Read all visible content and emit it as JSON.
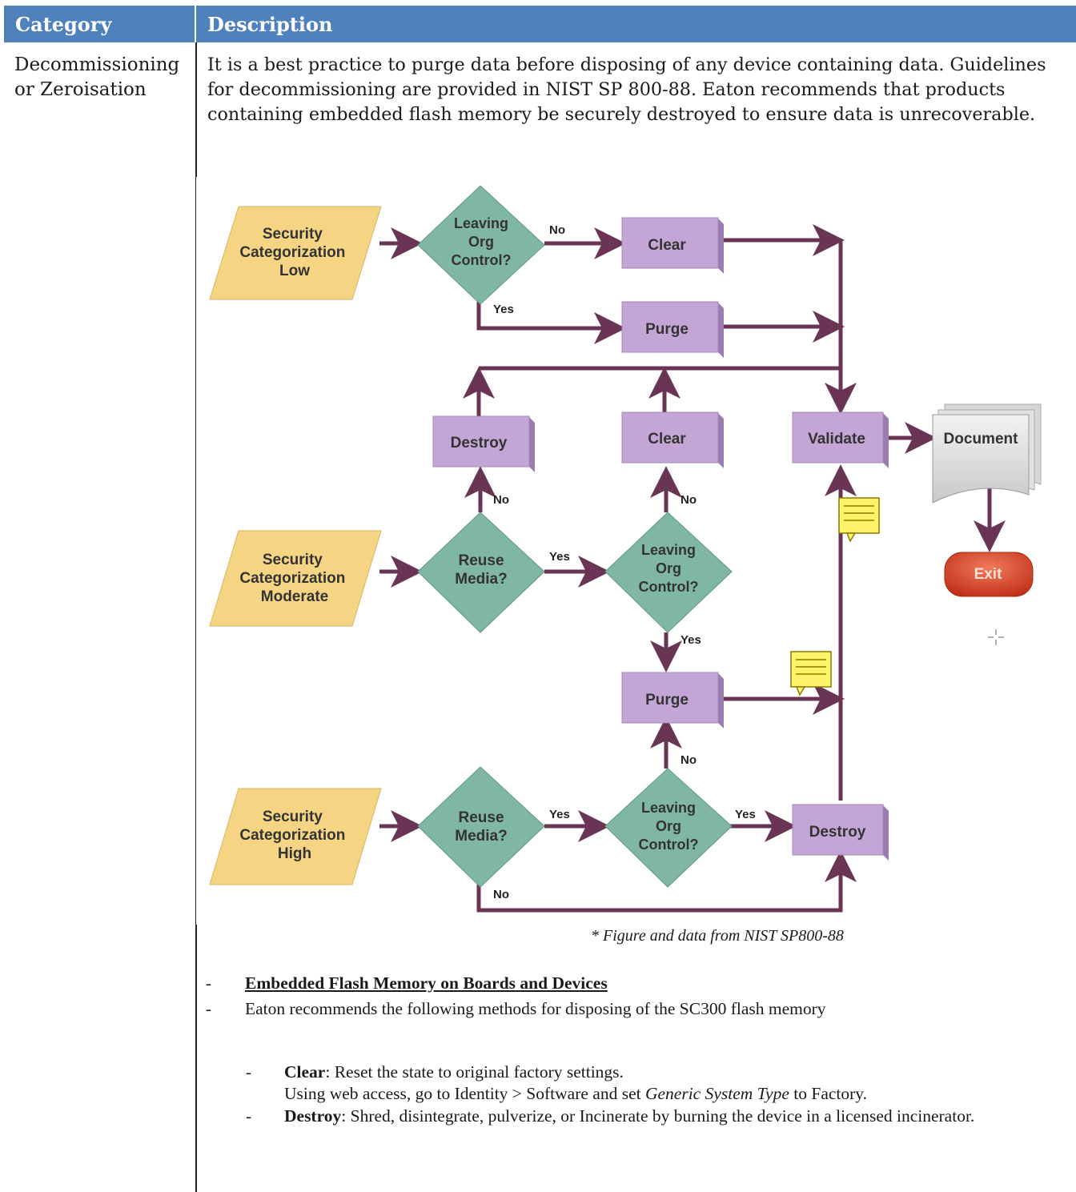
{
  "table": {
    "header": {
      "category": "Category",
      "description": "Description"
    },
    "row": {
      "category": "Decommissioning or Zeroisation",
      "description": "It is a best practice to purge data before disposing of any device containing data. Guidelines for decommissioning are provided in NIST SP 800-88. Eaton recommends that products containing embedded flash memory be securely destroyed to ensure data is unrecoverable."
    }
  },
  "flowchart": {
    "inputs": {
      "low": "Security\nCategorization\nLow",
      "moderate": "Security\nCategorization\nModerate",
      "high": "Security\nCategorization\nHigh"
    },
    "decisions": {
      "leaving_org_low": "Leaving\nOrg\nControl?",
      "reuse_moderate": "Reuse\nMedia?",
      "leaving_org_moderate": "Leaving\nOrg\nControl?",
      "reuse_high": "Reuse\nMedia?",
      "leaving_org_high": "Leaving\nOrg\nControl?"
    },
    "actions": {
      "clear_top": "Clear",
      "purge_top": "Purge",
      "destroy_mid": "Destroy",
      "clear_mid": "Clear",
      "validate": "Validate",
      "purge_mid": "Purge",
      "destroy_bottom": "Destroy"
    },
    "document": "Document",
    "exit": "Exit",
    "edge_labels": {
      "no": "No",
      "yes": "Yes",
      "yes_alt": "Yes"
    },
    "colors": {
      "input": "#f5d583",
      "diamond": "#7fb7a4",
      "box": "#c4a6d6",
      "arrow": "#6a3554",
      "exit": "#d44a2e"
    }
  },
  "caption": "* Figure and data from NIST SP800-88",
  "bullets": {
    "heading": "Embedded Flash Memory on Boards and Devices",
    "intro": "Eaton recommends the following methods for disposing of the SC300 flash memory",
    "clear": {
      "term": "Clear",
      "text": ": Reset the state to original factory settings.",
      "line2_pre": "Using web access, go to Identity > Software and set ",
      "line2_em": "Generic System Type",
      "line2_post": " to Factory."
    },
    "destroy": {
      "term": "Destroy",
      "text": ": Shred, disintegrate, pulverize, or Incinerate by burning the device in a licensed incinerator."
    }
  }
}
